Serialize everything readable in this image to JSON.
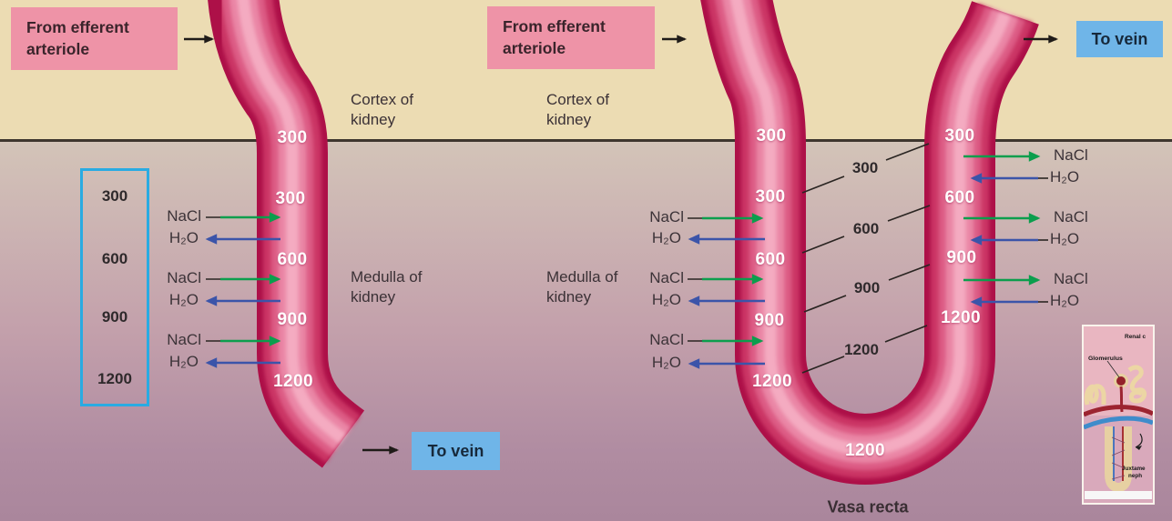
{
  "labels": {
    "from_efferent": "From efferent arteriole",
    "to_vein": "To vein",
    "cortex": "Cortex of kidney",
    "medulla": "Medulla of kidney",
    "nacl": "NaCl",
    "h2o": "H₂O",
    "vasa_recta": "Vasa recta"
  },
  "left_vessel": {
    "scale_values": [
      "300",
      "600",
      "900",
      "1200"
    ],
    "tube_values": [
      "300",
      "300",
      "600",
      "900",
      "1200"
    ]
  },
  "vasa_recta_loop": {
    "descending_values": [
      "300",
      "300",
      "600",
      "900",
      "1200"
    ],
    "bottom_value": "1200",
    "ascending_values": [
      "300",
      "600",
      "900",
      "1200"
    ],
    "interstitial_gradient_values": [
      "300",
      "600",
      "900",
      "1200"
    ]
  },
  "thumbnail": {
    "renal_cortex_label": "Renal c",
    "glomerulus_label": "Glomerulus",
    "juxtamedullary_line1": "Juxtame",
    "juxtamedullary_line2": "neph"
  },
  "colors": {
    "tube_pink": "#d64f7b",
    "box_pink": "#ee93a7",
    "box_blue": "#6fb5e8",
    "legend_outline": "#29abe2",
    "nacl_arrow_green": "#0b9e4d",
    "h2o_arrow_blue": "#3b54a9",
    "cortex_bg": "#ecdcb3",
    "medulla_bg": "#b391a5"
  }
}
